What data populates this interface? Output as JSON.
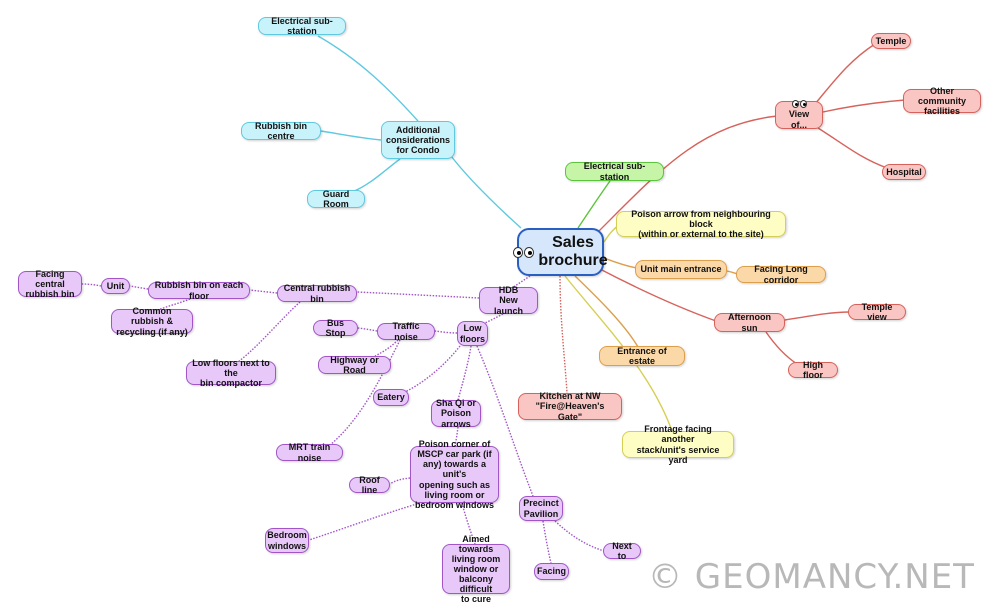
{
  "diagram": {
    "center": "Sales\nbrochure",
    "nodes": {
      "additional": "Additional\nconsiderations\nfor Condo",
      "electrical_cyan": "Electrical sub-station",
      "rubbish_centre": "Rubbish bin centre",
      "guard_room": "Guard Room",
      "view_of": "View of...",
      "temple": "Temple",
      "other_facilities": "Other community\nfacilities",
      "hospital": "Hospital",
      "electrical_green": "Electrical sub-station",
      "poison_block": "Poison arrow from neighbouring block\n(within or external to the site)",
      "unit_entrance": "Unit main entrance",
      "long_corridor": "Facing Long corridor",
      "afternoon_sun": "Afternoon sun",
      "temple_view": "Temple view",
      "high_floor": "High floor",
      "entrance_estate": "Entrance of estate",
      "kitchen": "Kitchen at NW\n\"Fire@Heaven's Gate\"",
      "frontage": "Frontage facing another\nstack/unit's service yard",
      "hdb": "HDB\nNew launch",
      "central_rubbish": "Central rubbish bin",
      "rubbish_floor": "Rubbish bin on each floor",
      "unit": "Unit",
      "facing_central": "Facing central\nrubbish bin",
      "common_rubbish": "Common rubbish &\nrecycling (if any)",
      "low_floors_compactor": "Low floors next to the\nbin compactor",
      "low_floors": "Low\nfloors",
      "traffic_noise": "Traffic noise",
      "bus_stop": "Bus Stop",
      "highway": "Highway or Road",
      "mrt": "MRT train noise",
      "eatery": "Eatery",
      "sha_qi": "Sha Qi or\nPoison arrows",
      "poison_corner": "Poison corner of\nMSCP car park (if\nany) towards a unit's\nopening such as\nliving room or\nbedroom windows",
      "roof_line": "Roof line",
      "bedroom_windows": "Bedroom\nwindows",
      "aimed_towards": "Aimed towards\nliving room\nwindow or\nbalcony difficult\nto cure",
      "precinct": "Precinct\nPavilion",
      "next_to": "Next to",
      "facing": "Facing"
    },
    "colors": {
      "cyan": "#5fc9df",
      "red": "#d7625b",
      "green": "#5cc33c",
      "yellow": "#d6cf55",
      "orange": "#dca04c",
      "purple": "#a156c8",
      "center_border": "#2a5fc2"
    }
  },
  "watermark": "© GEOMANCY.NET"
}
